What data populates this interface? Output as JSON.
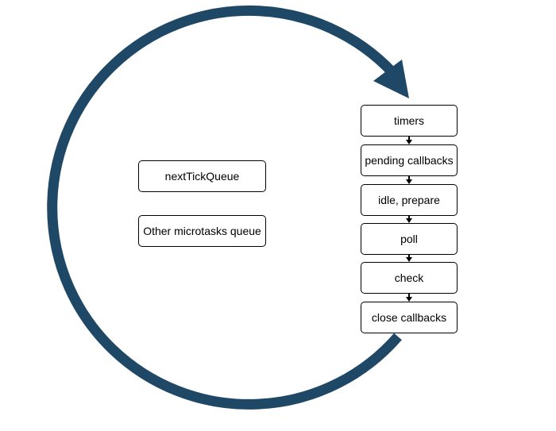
{
  "diagram": {
    "loop_color": "#1f4866",
    "queues": [
      {
        "label": "nextTickQueue"
      },
      {
        "label": "Other microtasks queue"
      }
    ],
    "phases": [
      {
        "label": "timers"
      },
      {
        "label": "pending callbacks"
      },
      {
        "label": "idle, prepare"
      },
      {
        "label": "poll"
      },
      {
        "label": "check"
      },
      {
        "label": "close callbacks"
      }
    ]
  }
}
